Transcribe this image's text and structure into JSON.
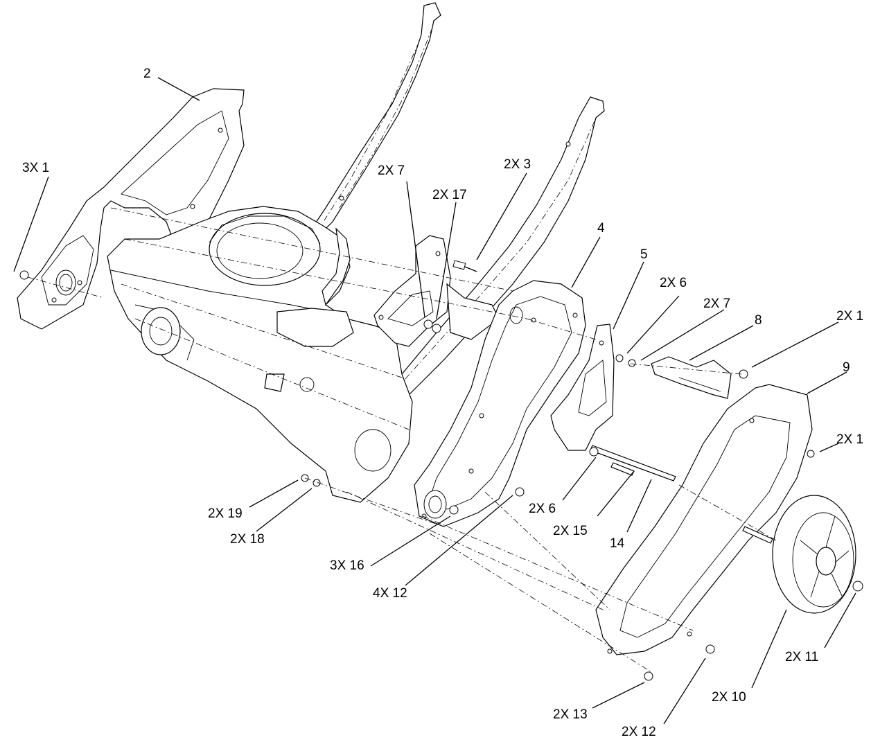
{
  "diagram": {
    "parts": [
      {
        "id": "handle-left",
        "name": "upper handle left"
      },
      {
        "id": "handle-right",
        "name": "upper handle right"
      },
      {
        "id": "frame-2",
        "name": "left frame plate"
      },
      {
        "id": "housing",
        "name": "engine housing"
      },
      {
        "id": "bracket-3",
        "name": "bracket"
      },
      {
        "id": "frame-4",
        "name": "right frame plate"
      },
      {
        "id": "plate-5",
        "name": "mount plate"
      },
      {
        "id": "bracket-8",
        "name": "latch bracket"
      },
      {
        "id": "cover-9",
        "name": "side cover"
      },
      {
        "id": "wheel-10",
        "name": "wheel"
      },
      {
        "id": "axle-14",
        "name": "axle"
      }
    ],
    "callouts": [
      {
        "key": "c2",
        "text": "2"
      },
      {
        "key": "c3x1",
        "text": "3X  1"
      },
      {
        "key": "c2x7a",
        "text": "2X  7"
      },
      {
        "key": "c2x17",
        "text": "2X 17"
      },
      {
        "key": "c2x3",
        "text": "2X  3"
      },
      {
        "key": "c4",
        "text": "4"
      },
      {
        "key": "c5",
        "text": "5"
      },
      {
        "key": "c2x6a",
        "text": "2X  6"
      },
      {
        "key": "c2x7b",
        "text": "2X  7"
      },
      {
        "key": "c8",
        "text": "8"
      },
      {
        "key": "c2x1a",
        "text": "2X 1"
      },
      {
        "key": "c9",
        "text": "9"
      },
      {
        "key": "c2x1b",
        "text": "2X 1"
      },
      {
        "key": "c2x6b",
        "text": "2X  6"
      },
      {
        "key": "c2x15",
        "text": "2X  15"
      },
      {
        "key": "c14",
        "text": "14"
      },
      {
        "key": "c2x19",
        "text": "2X 19"
      },
      {
        "key": "c2x18",
        "text": "2X 18"
      },
      {
        "key": "c3x16",
        "text": "3X 16"
      },
      {
        "key": "c4x12",
        "text": "4X 12"
      },
      {
        "key": "c2x11",
        "text": "2X 11"
      },
      {
        "key": "c2x10",
        "text": "2X 10"
      },
      {
        "key": "c2x13",
        "text": "2X 13"
      },
      {
        "key": "c2x12",
        "text": "2X 12"
      }
    ]
  }
}
